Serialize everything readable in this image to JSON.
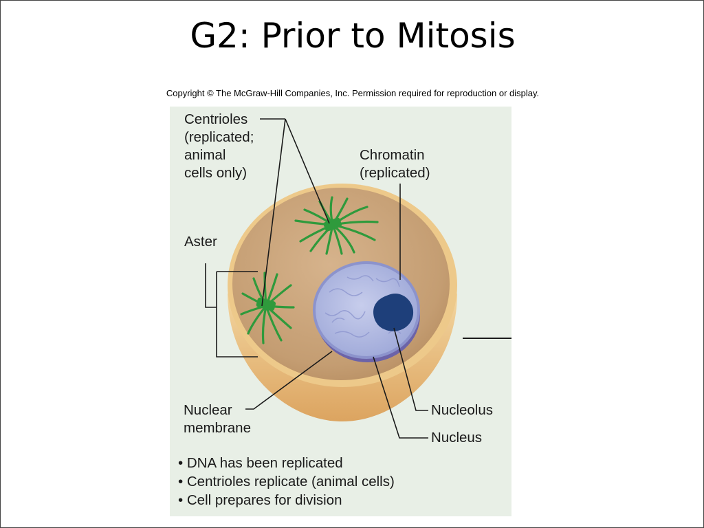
{
  "slide": {
    "title": "G2: Prior to Mitosis",
    "copyright": "Copyright © The McGraw-Hill Companies, Inc. Permission required for reproduction or display."
  },
  "labels": {
    "centrioles": "Centrioles\n(replicated;\nanimal\ncells only)",
    "chromatin": "Chromatin\n(replicated)",
    "aster": "Aster",
    "nuclear_membrane": "Nuclear\nmembrane",
    "nucleolus": "Nucleolus",
    "nucleus": "Nucleus"
  },
  "bullets": [
    "DNA has been replicated",
    "Centrioles replicate (animal cells)",
    "Cell prepares for division"
  ],
  "colors": {
    "cytoplasm": "#c9a47c",
    "cell_rim": "#e8b874",
    "nucleus": "#b8c0e6",
    "nucleolus": "#1e3f7a",
    "aster": "#2f9a3c",
    "figure_background": "#e8efe6"
  }
}
